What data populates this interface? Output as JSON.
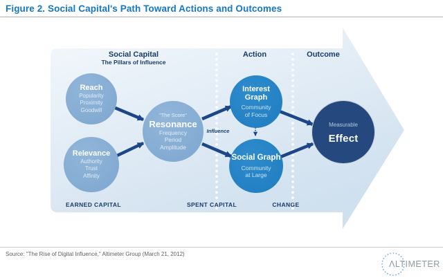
{
  "title": "Figure 2. Social Capital's Path Toward Actions and Outcomes",
  "sections": {
    "social_capital": {
      "label": "Social Capital",
      "sublabel": "The Pillars of Influence",
      "footer_label": "EARNED CAPITAL"
    },
    "action": {
      "label": "Action",
      "footer_label": "SPENT CAPITAL"
    },
    "outcome": {
      "label": "Outcome",
      "footer_label": "CHANGE"
    }
  },
  "nodes": {
    "reach": {
      "title": "Reach",
      "lines": [
        "Popularity",
        "Proximity",
        "Goodwill"
      ]
    },
    "relevance": {
      "title": "Relevance",
      "lines": [
        "Authority",
        "Trust",
        "Affinity"
      ]
    },
    "resonance": {
      "pretitle": "\"The Score\"",
      "title": "Resonance",
      "lines": [
        "Frequency",
        "Period",
        "Amplitude"
      ]
    },
    "interest_graph": {
      "title": [
        "Interest",
        "Graph"
      ],
      "lines": [
        "Community",
        "of Focus"
      ]
    },
    "social_graph": {
      "title": "Social Graph",
      "lines": [
        "Community",
        "at Large"
      ]
    },
    "effect": {
      "pretitle": "Measurable",
      "title": "Effect"
    }
  },
  "labels": {
    "influence": "Influence"
  },
  "footer": {
    "source": "Source: \"The Rise of Digital Influence,\" Altimeter Group (March 21, 2012)"
  },
  "logo": {
    "text": "ΛLTIMETER"
  },
  "colors": {
    "title_blue": "#1477c8",
    "header_navy": "#1b3c6a",
    "connector_navy": "#1b4688",
    "light_circle": "#85acd2",
    "bright_circle": "#2383c6",
    "dark_circle": "#25497e",
    "arrow_bg_light": "#f4f8fc",
    "arrow_bg_dark": "#cfe0ef"
  }
}
